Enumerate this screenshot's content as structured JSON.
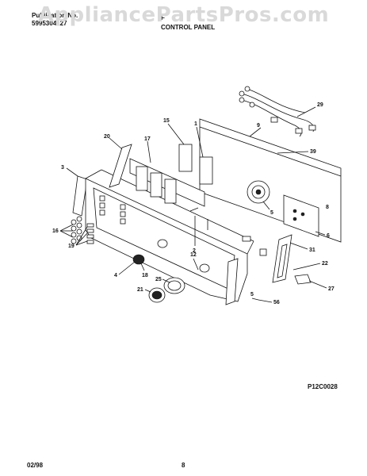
{
  "header": {
    "publication_label": "Publication No.",
    "publication_number": "5995304127",
    "brand_partial": "F",
    "section_title": "CONTROL PANEL"
  },
  "watermark": "AppliancePartsPros.com",
  "footer": {
    "date": "02/98",
    "page": "8",
    "figure_code": "P12C0028"
  },
  "callouts": {
    "c1": "1",
    "c2": "2",
    "c3": "3",
    "c4": "4",
    "c5a": "5",
    "c5b": "5",
    "c6": "6",
    "c8": "8",
    "c9": "9",
    "c12": "12",
    "c15": "15",
    "c16": "16",
    "c17": "17",
    "c18": "18",
    "c19": "19",
    "c20": "20",
    "c21": "21",
    "c22": "22",
    "c25": "25",
    "c27": "27",
    "c29": "29",
    "c31": "31",
    "c39": "39",
    "c56": "56"
  }
}
